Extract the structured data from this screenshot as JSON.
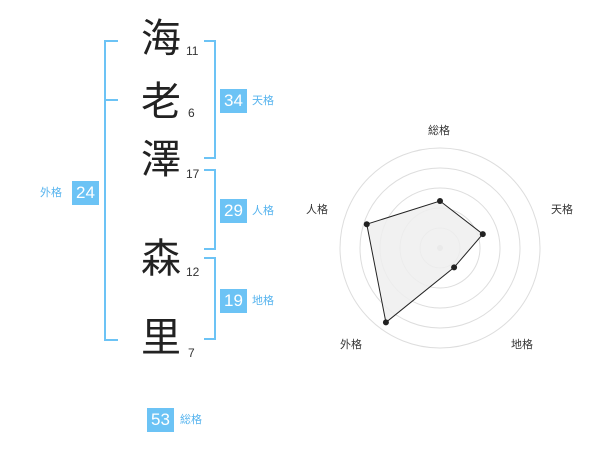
{
  "name": {
    "chars": [
      {
        "char": "海",
        "strokes": "11"
      },
      {
        "char": "老",
        "strokes": "6"
      },
      {
        "char": "澤",
        "strokes": "17"
      },
      {
        "char": "森",
        "strokes": "12"
      },
      {
        "char": "里",
        "strokes": "7"
      }
    ]
  },
  "fortunes": {
    "tenkaku": {
      "value": "34",
      "label": "天格"
    },
    "jinkaku": {
      "value": "29",
      "label": "人格"
    },
    "chikaku": {
      "value": "19",
      "label": "地格"
    },
    "gaikaku": {
      "value": "24",
      "label": "外格"
    },
    "soukaku": {
      "value": "53",
      "label": "総格"
    }
  },
  "colors": {
    "accent": "#6cc3f5",
    "bracket": "#6cc3f5",
    "grid": "#dddddd",
    "fill": "#eeeeee"
  },
  "chart_data": {
    "type": "radar",
    "axes": [
      "総格",
      "天格",
      "地格",
      "外格",
      "人格"
    ],
    "values": [
      0.47,
      0.45,
      0.24,
      0.92,
      0.77
    ],
    "max": 1
  }
}
